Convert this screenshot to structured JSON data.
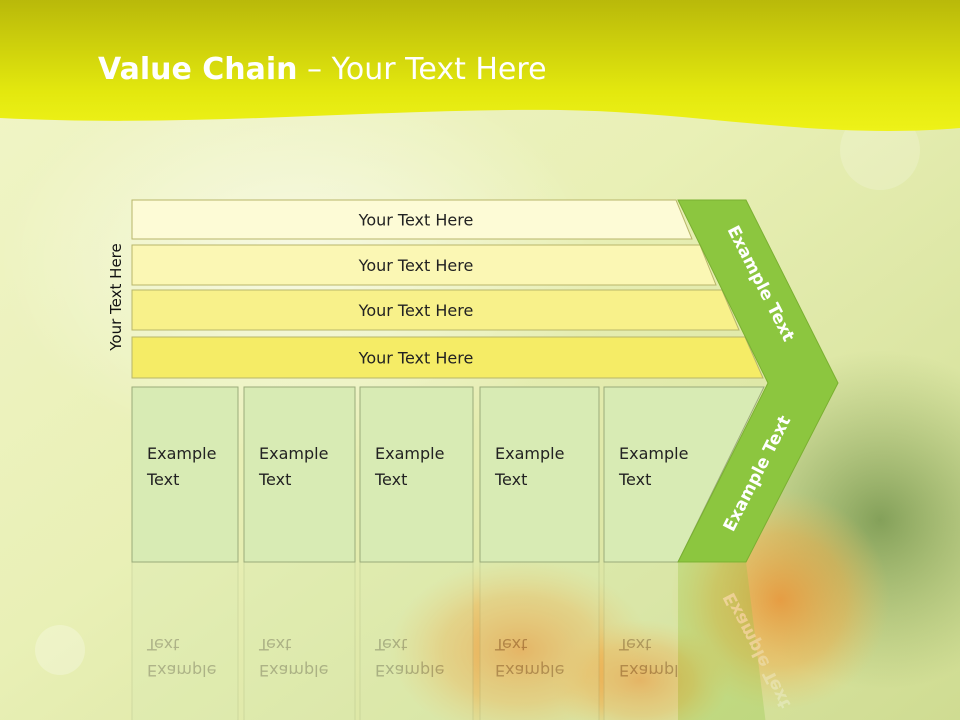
{
  "slide": {
    "title_bold": "Value Chain",
    "title_rest": " – Your Text Here",
    "side_label": "Your Text Here"
  },
  "bars": [
    {
      "label": "Your Text Here",
      "color": "#fdfbd6"
    },
    {
      "label": "Your Text Here",
      "color": "#fbf7b4"
    },
    {
      "label": "Your Text Here",
      "color": "#f8f18a"
    },
    {
      "label": "Your Text Here",
      "color": "#f5ec66"
    }
  ],
  "boxes": [
    {
      "line1": "Example",
      "line2": "Text"
    },
    {
      "line1": "Example",
      "line2": "Text"
    },
    {
      "line1": "Example",
      "line2": "Text"
    },
    {
      "line1": "Example",
      "line2": "Text"
    },
    {
      "line1": "Example",
      "line2": "Text"
    }
  ],
  "arrow": {
    "upper_label": "Example Text",
    "lower_label": "Example Text",
    "color": "#8cc63f"
  },
  "colors": {
    "header_yellow": "#e8ec10",
    "box_fill": "#d8ebb4",
    "box_border": "#9aab7a"
  }
}
